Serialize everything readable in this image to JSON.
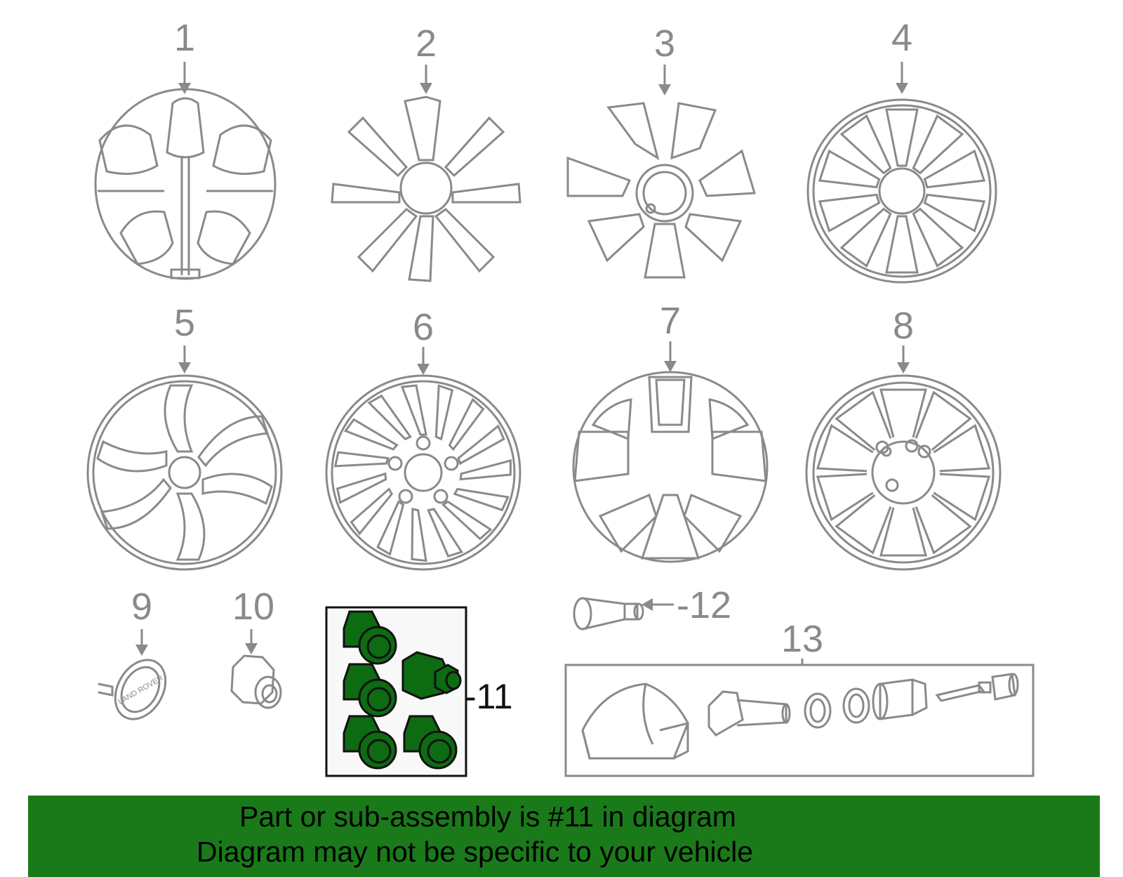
{
  "callouts": {
    "c1": "1",
    "c2": "2",
    "c3": "3",
    "c4": "4",
    "c5": "5",
    "c6": "6",
    "c7": "7",
    "c8": "8",
    "c9": "9",
    "c10": "10",
    "c11": "-11",
    "c12": "-12",
    "c13": "13"
  },
  "badge_text": "LAND ROVER",
  "colors": {
    "highlight": "#0d6b12",
    "banner": "#1a7a1a",
    "lineart": "#8a8a8a"
  },
  "banner": {
    "line1": "Part or sub-assembly is #11 in diagram",
    "line2": "Diagram may not be specific to your vehicle"
  }
}
